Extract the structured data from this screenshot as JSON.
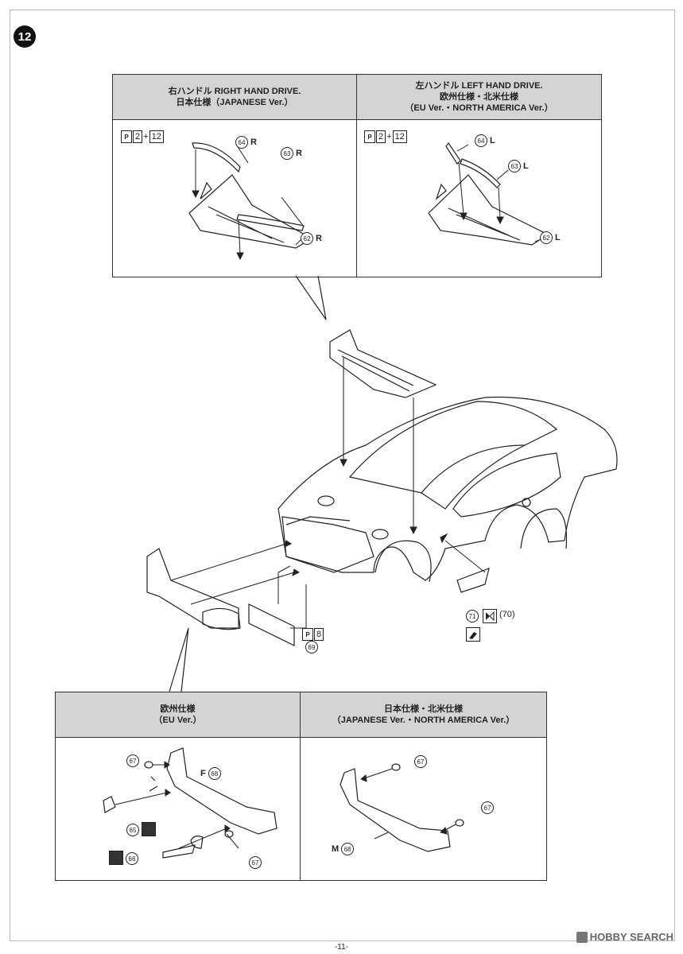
{
  "step": {
    "number": "12"
  },
  "top_panel": {
    "left": {
      "lines": [
        "右ハンドル RIGHT HAND DRIVE.",
        "日本仕様（JAPANESE Ver.）"
      ],
      "paint": {
        "ph": "P",
        "a": "2",
        "plus": "+",
        "b": "12"
      },
      "parts": [
        {
          "num": "64",
          "label": "R"
        },
        {
          "num": "63",
          "label": "R"
        },
        {
          "num": "62",
          "label": "R"
        }
      ]
    },
    "right": {
      "lines": [
        "左ハンドル LEFT HAND DRIVE.",
        "欧州仕様・北米仕様",
        "（EU Ver.・NORTH AMERICA Ver.）"
      ],
      "paint": {
        "ph": "P",
        "a": "2",
        "plus": "+",
        "b": "12"
      },
      "parts": [
        {
          "num": "64",
          "label": "L"
        },
        {
          "num": "63",
          "label": "L"
        },
        {
          "num": "62",
          "label": "L"
        }
      ]
    }
  },
  "main": {
    "part71": {
      "num": "71",
      "alt": "(70)"
    },
    "part69": {
      "num": "69",
      "paint": {
        "ph": "P",
        "b": "8"
      }
    }
  },
  "bottom_panel": {
    "left": {
      "lines": [
        "欧州仕様",
        "（EU Ver.）"
      ],
      "parts": [
        {
          "num": "67"
        },
        {
          "num": "68",
          "prefix": "F"
        },
        {
          "num": "65"
        },
        {
          "num": "66"
        },
        {
          "num": "67"
        }
      ]
    },
    "right": {
      "lines": [
        "日本仕様・北米仕様",
        "（JAPANESE Ver.・NORTH AMERICA Ver.）"
      ],
      "parts": [
        {
          "num": "67"
        },
        {
          "num": "67"
        },
        {
          "num": "68",
          "prefix": "M"
        }
      ]
    }
  },
  "footer": {
    "page": "-11-",
    "watermark": "HOBBY SEARCH"
  }
}
